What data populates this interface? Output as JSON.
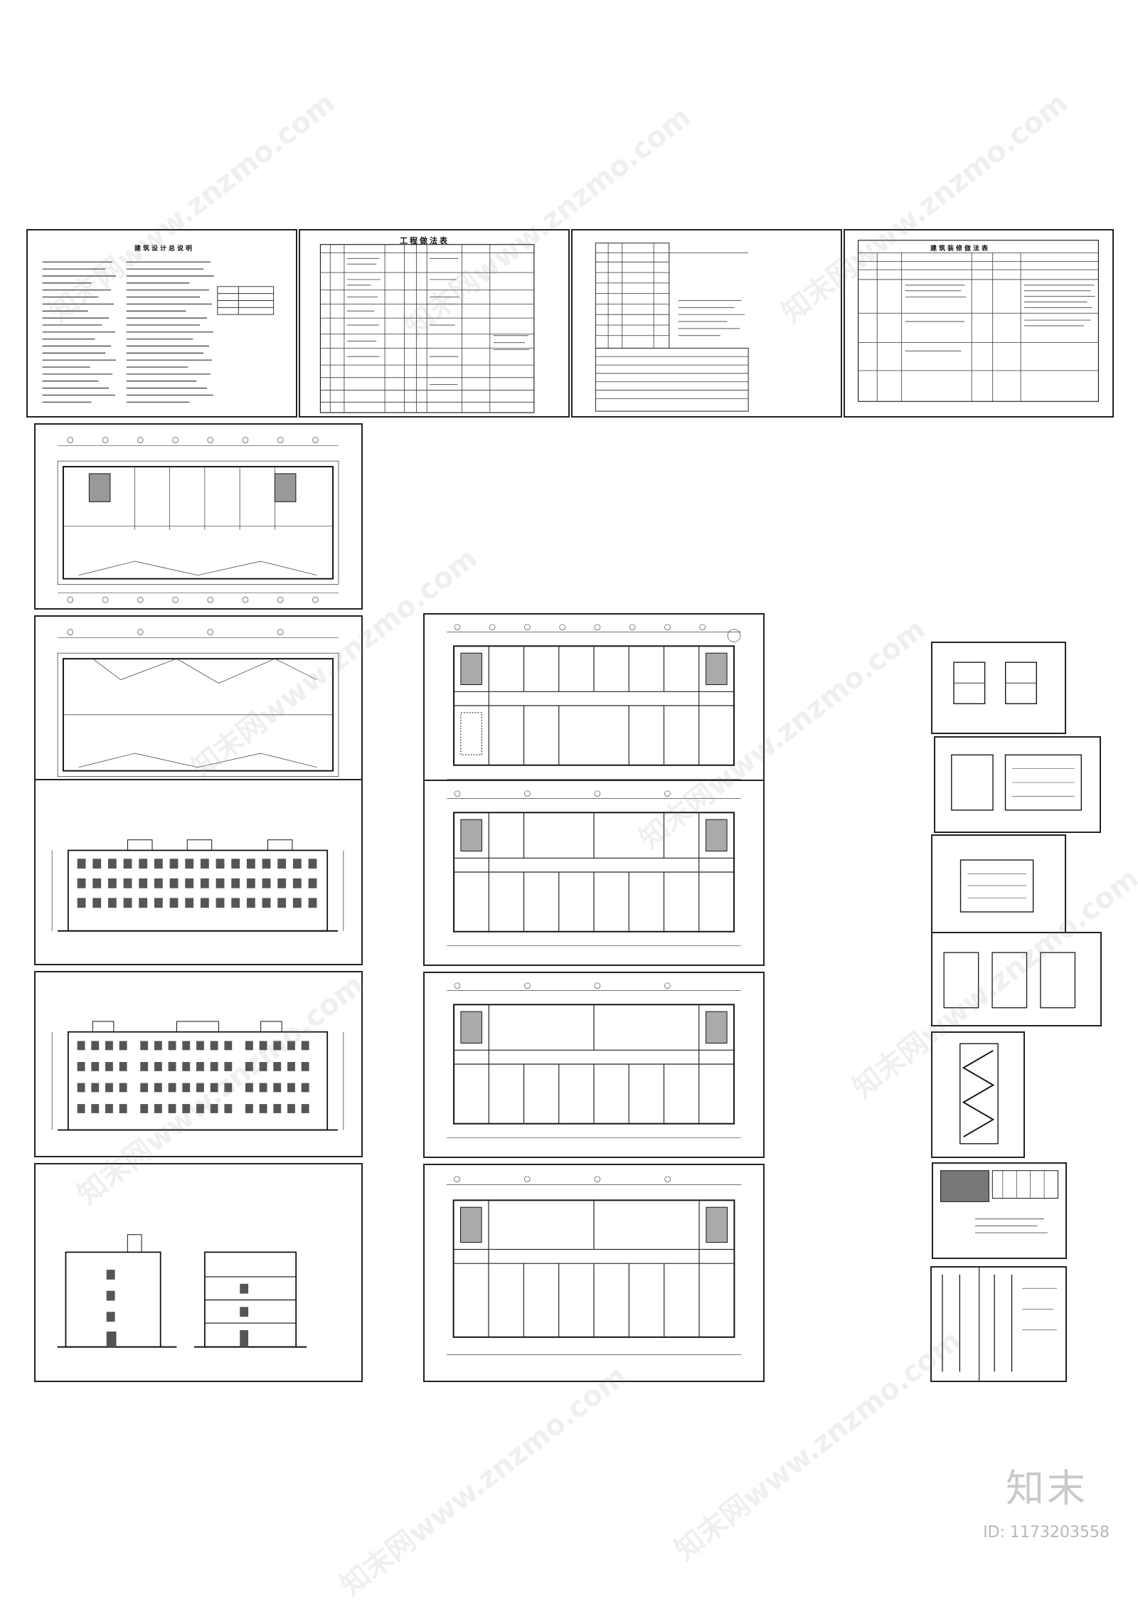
{
  "sheets": {
    "design_notes": {
      "title": "建筑设计总说明"
    },
    "material_table": {
      "title": "工程做法表"
    },
    "energy_table": {
      "title": ""
    },
    "fire_table": {
      "title": "建筑装修做法表"
    }
  },
  "watermark": {
    "text": "知末网www.znzmo.com"
  },
  "branding": {
    "logo_text": "知末",
    "id_label": "ID: 1173203558"
  }
}
